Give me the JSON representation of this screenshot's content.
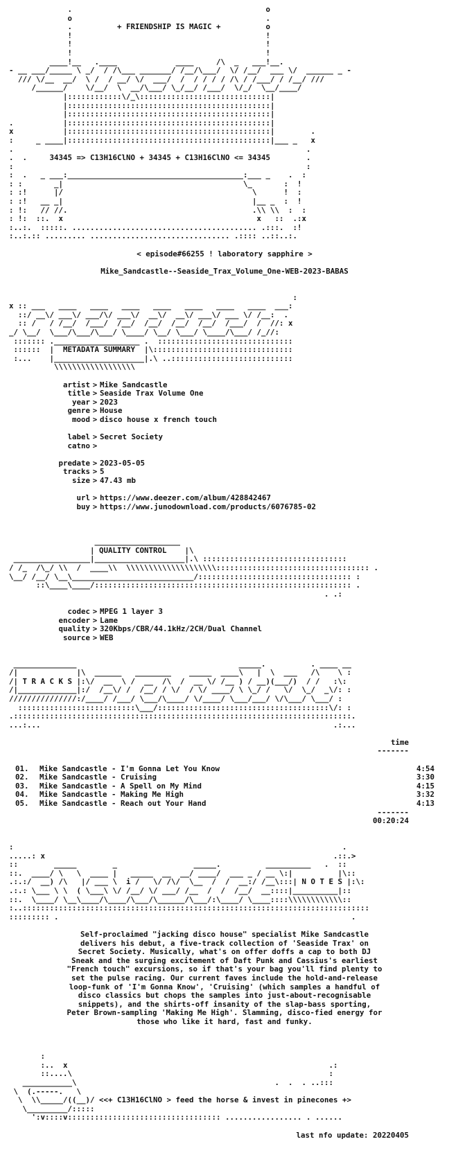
{
  "header": {
    "tagline": "+ FRIENDSHIP IS MAGIC +",
    "art_lines": [
      "               .                                           o",
      "               o                                           .",
      "               .          + FRIENDSHIP IS MAGIC +          o",
      "               !                                           !",
      "               !                                           !",
      "               !                                           !",
      "           ____!__   .____             ____     /\\  _   ___!__.",
      "  - __ ___/_____ \\ _/  / /\\___ _______/ /__/\\___/  \\/ /__/  ___ \\/  ______ _ -",
      "    /// \\/__  __/  \\ /  / __/ \\/  ___/  /  / / / / /\\ / /___/ / /__/ ///",
      "       /______/    \\/__/  \\  __/\\___/ \\_/__/ /___/  \\/_/  \\__/____/",
      "              |::::::::::::\\/_\\:::::::::::::::::::::::::::::|",
      "              |:::::::::::::::::::::::::::::::::::::::::::::|",
      "              |:::::::::::::::::::::::::::::::::::::::::::::|",
      "  .           |:::::::::::::::::::::::::::::::::::::::::::::|",
      "  x           |:::::::::::::::::::::::::::::::::::::::::::::|        .",
      "  :     _ ____|:::::::::::::::::::::::::::::::::::::::::::::|___ _   x",
      "  .                                                                 .",
      "  .  .     34345 => C13H16ClNO + 34345 + C13H16ClNO <= 34345        .",
      "  :                                                                 :",
      "  :  .   _ ___:_______________________________________:___ _    .  :",
      "  : :       _|                                        \\_       :  !",
      "  : :!      |/                                          \\      !  :",
      "  : :!   __ _|                                          |__ _  :  !",
      "  : !:   // //.                                         .\\\\ \\\\  :  :",
      "  : !:  ::.  x                                           x   ::  .:x",
      "  :..:.  :::::. ......................................... .:::.  :!",
      "  :..:.:: ......... ............................... .:::: ..::..:."
    ]
  },
  "intro": {
    "episode": "< episode#66255 ! laboratory sapphire >",
    "release": "Mike_Sandcastle--Seaside_Trax_Volume_One-WEB-2023-BABAS"
  },
  "metadata_banner": {
    "title": "METADATA SUMMARY",
    "art_lines": [
      "                                                                 :",
      "  x :: ___   ____   ____   ____   ____   ____   ____   ____  ___:",
      "    ::/ __\\/ ___\\/ ___/\\/ ___\\/  __\\/  __\\/ ___\\/ ___ \\/ /__:  .",
      "    :: /   / /__/  /___/  /__/  /__/  /__/  /__/  /___/  /  //: x",
      "  _/ \\__/  \\___/\\___/\\___/ \\____/ \\__/ \\___/ \\____/\\___/ /_//:",
      "   ::::::: .___________________ .  ::::::::::::::::::::::::::::::",
      "   ::::::  |  METADATA SUMMARY  |\\:::::::::::::::::::::::::::::::",
      "   :...    |____________________|.\\ ..:::::::::::::::::::::::::::",
      "            \\\\\\\\\\\\\\\\\\\\\\\\\\\\\\\\\\\\"
    ]
  },
  "metadata": {
    "artist": "Mike Sandcastle",
    "title": "Seaside Trax Volume One",
    "year": "2023",
    "genre": "House",
    "mood": "disco house x french touch",
    "label": "Secret Society",
    "catno": "",
    "predate": "2023-05-05",
    "tracks": "5",
    "size": "47.43 mb",
    "url": "https://www.deezer.com/album/428842467",
    "buy": "https://www.junodownload.com/products/6076785-02"
  },
  "quality_banner": {
    "title": "QUALITY CONTROL",
    "art_lines": [
      "                     ___________________",
      "                    | QUALITY CONTROL    |\\",
      "   _________________|____________________|.\\ ::::::::::::::::::::::::::::::::",
      "  / /_  /\\_/ \\\\  /  ____\\\\  \\\\\\\\\\\\\\\\\\\\\\\\\\\\\\\\\\\\\\\\:::::::::::::::::::::::::::::::::: .",
      "  \\__/ /__/ \\__\\___________________________/:::::::::::::::::::::::::::::::::: :",
      "        ::\\____\\____/::::::::::::::::::::::::::::::::::::::::::::::::::::::::: .",
      "                                                                        . .:"
    ]
  },
  "quality": {
    "codec": "MPEG 1 layer 3",
    "encoder": "Lame",
    "quality": "320Kbps/CBR/44.1kHz/2CH/Dual Channel",
    "source": "WEB"
  },
  "tracks_banner": {
    "title": "T R A C K S",
    "art_lines": [
      "   ______________                                    _____.          . ____ __",
      "  /|             |\\  ______   ________    _____  ____\\   |  \\  ___   /\\    \\ :",
      "  /| T R A C K S |:\\/  __  \\ /  __  /\\  /  __ \\/ /__ ) / __)(___/)  / /   :\\:",
      "  /|_____________|:/  /__\\/ /  /__/ / \\/  / \\/ ____/ \\ \\_/ /   \\/  \\_/  _\\/: :",
      "  ///////////////:/____/ /___/ \\___/\\____/ \\/____/ \\___/___/ \\/\\___/ \\___/ :",
      "    ::::::::::::::::::::::::::\\___/::::::::::::::::::::::::::::::::::::::\\/: :",
      "  .:::::::::::::::::::::::::::::::::::::::::::::::::::::::::::::::::::::::::::.",
      "  ...:...                                                                 .:..."
    ]
  },
  "tracklist": {
    "time_header": "time",
    "time_rule": "-------",
    "items": [
      {
        "no": "01.",
        "title": "Mike Sandcastle - I'm Gonna Let You Know",
        "time": "4:54"
      },
      {
        "no": "02.",
        "title": "Mike Sandcastle - Cruising",
        "time": "3:30"
      },
      {
        "no": "03.",
        "title": "Mike Sandcastle - A Spell on My Mind",
        "time": "4:15"
      },
      {
        "no": "04.",
        "title": "Mike Sandcastle - Making Me High",
        "time": "3:32"
      },
      {
        "no": "05.",
        "title": "Mike Sandcastle - Reach out Your Hand",
        "time": "4:13"
      }
    ],
    "total_rule": "-------",
    "total": "00:20:24"
  },
  "notes_banner": {
    "title": "N O T E S",
    "art_lines": [
      "  :                                                                         .",
      "  .....: x                                                                .::.>",
      "  ::        _____        _                 _____.          __________   .  ::",
      "  ::.  ____/ \\   \\  ____ |   _____  __  __/ ____/  ___ _ / __ \\:|          |\\::",
      "  .:.:/  __) /\\   |/ ___ \\  i /   \\/ /\\/  \\__  /  /  __:/ /__\\:::| N O T E S |:\\:",
      "  .:.: \\___ \\ \\  ( \\___\\ \\/ /__/ \\/ ___/ /__  /  /  /__/  __::::|__________|::",
      "  ::.  \\____/ \\__\\____/\\____/\\___/\\______/\\___/:\\____/ \\____::::\\\\\\\\\\\\\\\\\\\\\\\\::",
      "  :..:::::::::::::::::::::::::::::::::::::::::::::::::::::::::::::::::::::::::::::",
      "  ::::::::: .                                                                 ."
    ]
  },
  "notes": {
    "text": "Self-proclaimed \"jacking disco house\" specialist Mike Sandcastle\ndelivers his debut, a five-track collection of 'Seaside Trax' on\nSecret Society. Musically, what's on offer doffs a cap to both DJ\nSneak and the surging excitement of Daft Punk and Cassius's earliest\n\"French touch\" excursions, so if that's your bag you'll find plenty to\nset the pulse racing. Our current faves include the hold-and-release\nloop-funk of 'I'm Gonna Know', 'Cruising' (which samples a handful of\ndisco classics but chops the samples into just-about-recognisable\nsnippets), and the shirts-off insanity of the slap-bass sporting,\nPeter Brown-sampling 'Making Me High'. Slamming, disco-fied energy for\nthose who like it hard, fast and funky."
  },
  "footer": {
    "art_lines": [
      "         :",
      "         :..  x                                                          .:",
      "         ::....\\                                                         :",
      "     ___________\\                                            .  .  . ..:::",
      "   \\  (.-----.   \\",
      "    \\  \\\\_____/((__)/ <<+ C13H16ClNO > feed the horse & invest in pinecones +>",
      "     \\_________/:::::",
      "       ':v::::v:::::::::::::::::::::::::::::::::: ................. . ......"
    ],
    "last_update": "last nfo update: 20220405"
  }
}
